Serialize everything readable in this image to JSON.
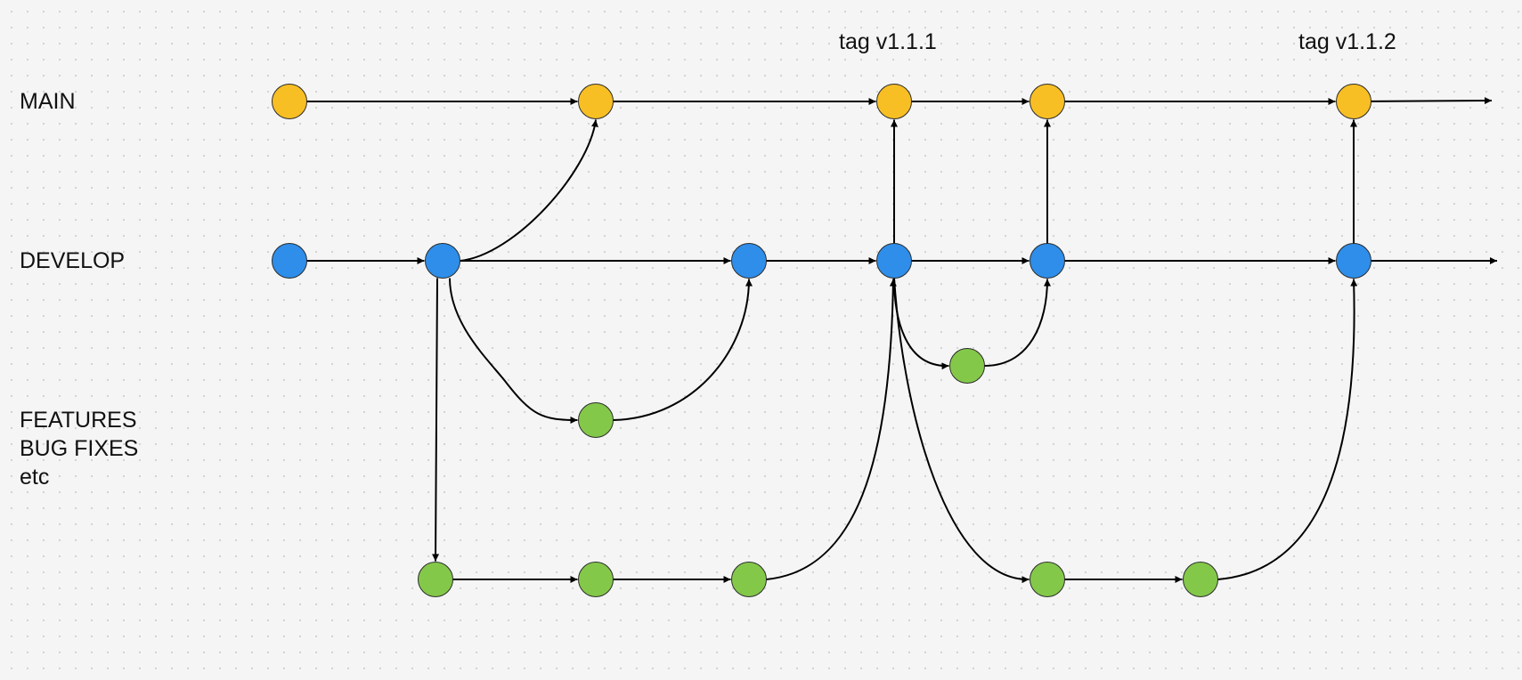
{
  "lanes": {
    "main": "MAIN",
    "develop": "DEVELOP",
    "features_lines": [
      "FEATURES",
      "BUG FIXES",
      "etc"
    ]
  },
  "tags": {
    "first": "tag v1.1.1",
    "second": "tag v1.1.2"
  },
  "colors": {
    "main_node": "#F8BF24",
    "develop_node": "#2E8EEA",
    "feature_node": "#84C84A",
    "edge": "#000000",
    "background": "#F5F5F5"
  },
  "nodes": [
    {
      "id": "m1",
      "branch": "main"
    },
    {
      "id": "m2",
      "branch": "main"
    },
    {
      "id": "m3",
      "branch": "main"
    },
    {
      "id": "m4",
      "branch": "main"
    },
    {
      "id": "m5",
      "branch": "main"
    },
    {
      "id": "d1",
      "branch": "develop"
    },
    {
      "id": "d2",
      "branch": "develop"
    },
    {
      "id": "d3",
      "branch": "develop"
    },
    {
      "id": "d4",
      "branch": "develop"
    },
    {
      "id": "d5",
      "branch": "develop"
    },
    {
      "id": "d6",
      "branch": "develop"
    },
    {
      "id": "f1",
      "branch": "feature"
    },
    {
      "id": "f2",
      "branch": "feature"
    },
    {
      "id": "f3",
      "branch": "feature"
    },
    {
      "id": "f4",
      "branch": "feature"
    },
    {
      "id": "f5",
      "branch": "feature"
    },
    {
      "id": "f6",
      "branch": "feature"
    },
    {
      "id": "f7",
      "branch": "feature"
    }
  ],
  "edges": [
    {
      "from": "m1",
      "to": "m2"
    },
    {
      "from": "m2",
      "to": "m3"
    },
    {
      "from": "m3",
      "to": "m4"
    },
    {
      "from": "m4",
      "to": "m5"
    },
    {
      "from": "m5",
      "to": "main-continues"
    },
    {
      "from": "d1",
      "to": "d2"
    },
    {
      "from": "d2",
      "to": "d3"
    },
    {
      "from": "d3",
      "to": "d4"
    },
    {
      "from": "d4",
      "to": "d5"
    },
    {
      "from": "d5",
      "to": "d6"
    },
    {
      "from": "d6",
      "to": "develop-continues"
    },
    {
      "from": "d2",
      "to": "m2"
    },
    {
      "from": "d4",
      "to": "m3"
    },
    {
      "from": "d5",
      "to": "m4"
    },
    {
      "from": "d6",
      "to": "m5"
    },
    {
      "from": "d2",
      "to": "f1"
    },
    {
      "from": "f1",
      "to": "d3"
    },
    {
      "from": "d4",
      "to": "f2"
    },
    {
      "from": "f2",
      "to": "d5"
    },
    {
      "from": "d2",
      "to": "f3"
    },
    {
      "from": "f3",
      "to": "f4"
    },
    {
      "from": "f4",
      "to": "f5"
    },
    {
      "from": "f5",
      "to": "d4"
    },
    {
      "from": "d4",
      "to": "f6"
    },
    {
      "from": "f6",
      "to": "f7"
    },
    {
      "from": "f7",
      "to": "d6"
    }
  ]
}
